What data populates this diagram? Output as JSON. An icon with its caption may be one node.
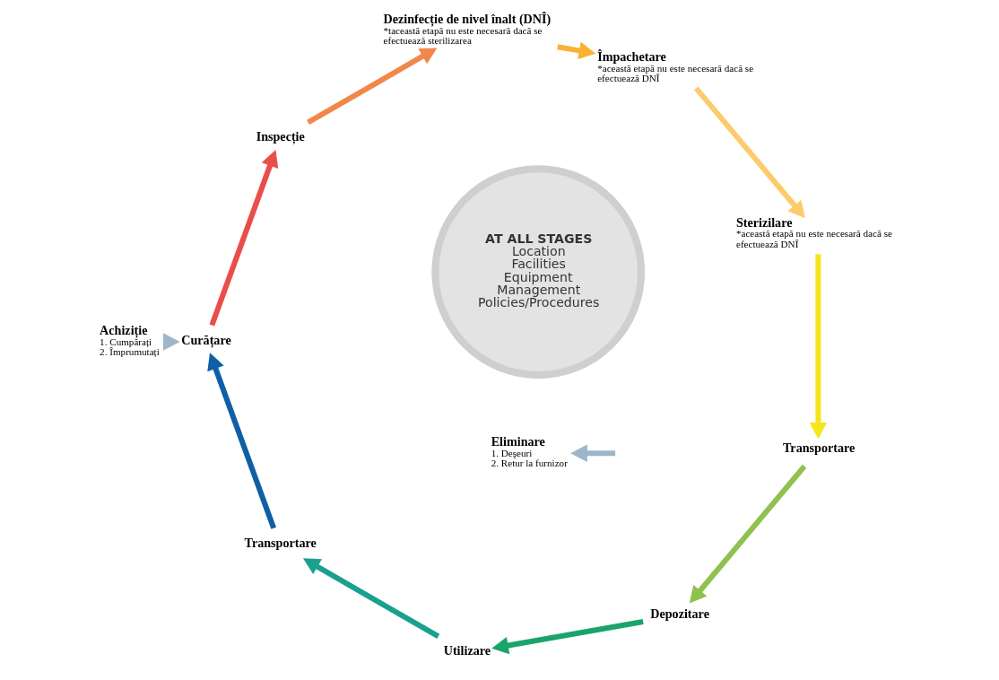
{
  "diagram": {
    "nodes": [
      {
        "text": [
          "Achiziție",
          "1. Cumpărați",
          "2. Împrumutați"
        ]
      },
      {
        "text": [
          "Curățare"
        ]
      },
      {
        "text": [
          "Inspecție"
        ]
      },
      {
        "text": [
          "Dezinfecție de nivel înalt (DNÎ)",
          "*taceastă etapă nu este necesară dacă se efectuează sterilizarea"
        ]
      },
      {
        "text": [
          "Împachetare",
          "*această etapă nu este necesară dacă se efectuează DNÎ"
        ]
      },
      {
        "text": [
          "Eliminare",
          "1. Deşeuri",
          "2. Retur la furnizor"
        ]
      },
      {
        "text": [
          "Sterizilare",
          "*această etapă nu este necesară dacă se efectuează DNÎ"
        ]
      },
      {
        "text": [
          "Transportare"
        ]
      },
      {
        "text": [
          "Depozitare"
        ]
      },
      {
        "text": [
          "Utilizare"
        ]
      },
      {
        "text": [
          "Transportare"
        ]
      },
      {
        "text": [
          "AT ALL STAGES",
          "Location Facilities Equipment Management Policies/Procedures"
        ]
      }
    ],
    "edges": [
      {
        "from": 0,
        "to": 1,
        "arrow": "to",
        "color": "#9bb7c9"
      },
      {
        "from": 1,
        "to": 2,
        "arrow": "to",
        "color": "#e94e4b"
      },
      {
        "from": 2,
        "to": 3,
        "arrow": "to",
        "color": "#f0884a"
      },
      {
        "from": 3,
        "to": 4,
        "arrow": "to",
        "color": "#f9b234"
      },
      {
        "from": 4,
        "to": 6,
        "arrow": "to",
        "color": "#fccb6b"
      },
      {
        "from": 6,
        "to": 7,
        "arrow": "to",
        "color": "#f5e61b"
      },
      {
        "from": 7,
        "to": 8,
        "arrow": "to",
        "color": "#8fc14f"
      },
      {
        "from": 8,
        "to": 9,
        "arrow": "to",
        "color": "#1aa46b"
      },
      {
        "from": 9,
        "to": 10,
        "arrow": "to",
        "color": "#1aa08f"
      },
      {
        "from": 10,
        "to": 1,
        "arrow": "to",
        "color": "#0f5fa6"
      },
      {
        "from": null,
        "to": 5,
        "arrow": "to",
        "color": "#9bb7c9"
      }
    ]
  }
}
